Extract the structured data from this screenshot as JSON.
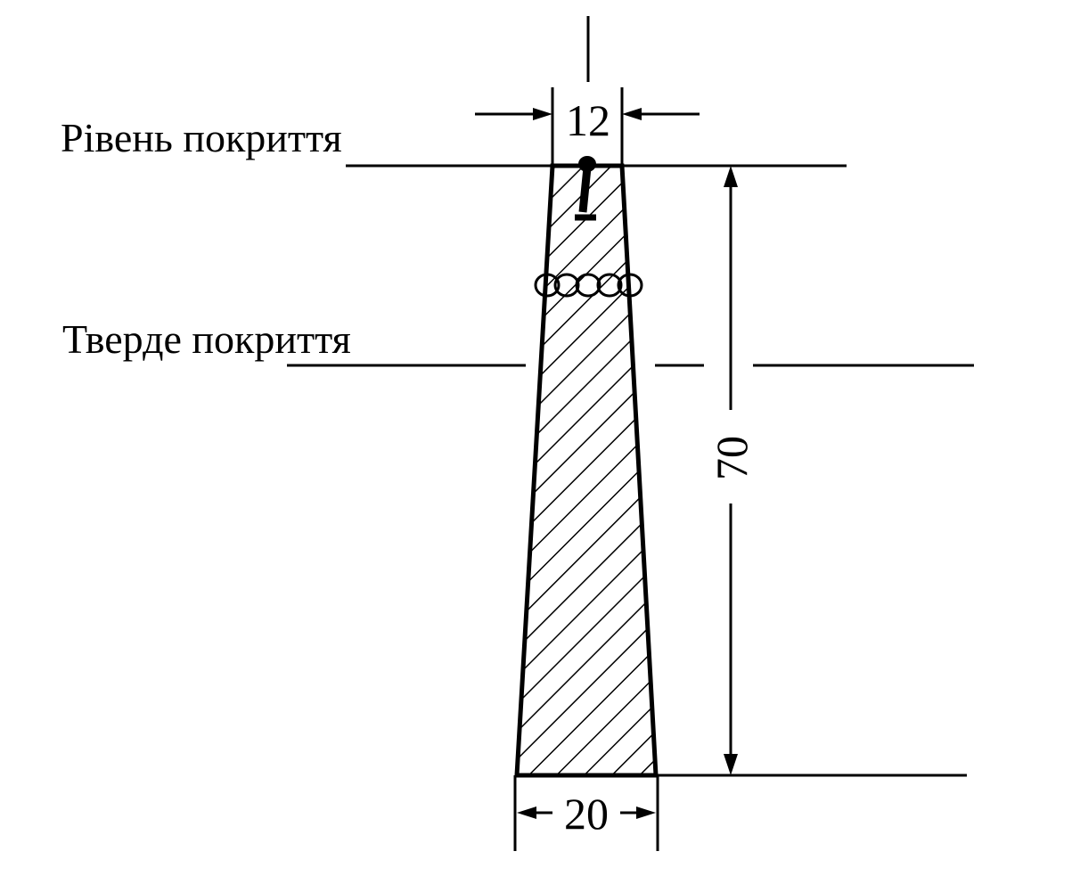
{
  "labels": {
    "surface_level": "Рівень покриття",
    "hard_surface": "Тверде покриття"
  },
  "dimensions": {
    "top_width": "12",
    "bottom_width": "20",
    "height": "70"
  },
  "colors": {
    "ink": "#000000",
    "paper": "#ffffff"
  }
}
